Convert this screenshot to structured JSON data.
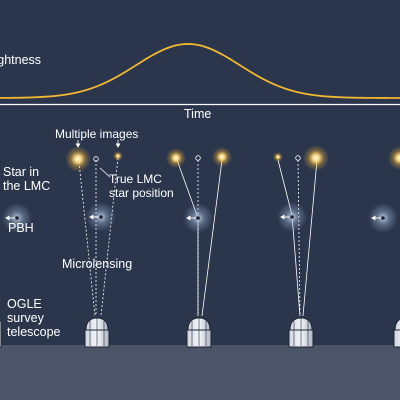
{
  "labels": {
    "brightness": "Brightness",
    "time": "Time",
    "multiple_images": "Multiple images",
    "true_position": "True LMC\nstar position",
    "star_in_lmc": "Star in\nthe LMC",
    "pbh": "PBH",
    "microlensing": "Microlensing",
    "telescope": "OGLE\nsurvey\ntelescope"
  },
  "light_curve": {
    "peak_time_fraction": 0.47,
    "width_fraction": 0.13,
    "baseline_level": 0.0,
    "peak_level": 1.0
  },
  "panels": [
    {
      "id": "before",
      "images": "single true-position star",
      "pbh_motion": "left"
    },
    {
      "id": "approach",
      "images": "faint split image",
      "pbh_motion": "left"
    },
    {
      "id": "peak-1",
      "images": "two bright images",
      "pbh_motion": "left"
    },
    {
      "id": "peak-2",
      "images": "two bright images (reversed)",
      "pbh_motion": "left"
    },
    {
      "id": "after",
      "images": "single star",
      "pbh_motion": "left"
    }
  ],
  "colors": {
    "background": "#2b364d",
    "ground": "#4c5467",
    "curve": "#f2b733",
    "star_core": "#fff6d6",
    "star_glow": "#f6b32e",
    "pbh_glow": "#9fb7d8",
    "line": "#ffffff"
  },
  "icons": [
    "star-icon",
    "pbh-icon",
    "telescope-icon",
    "arrow-icon"
  ]
}
